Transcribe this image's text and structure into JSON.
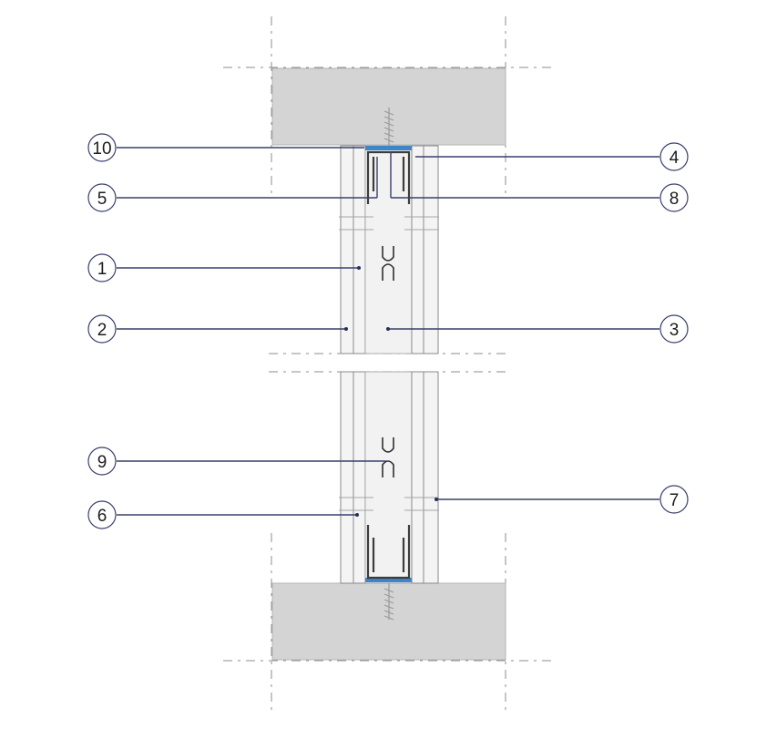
{
  "callouts": [
    {
      "id": "10",
      "label": "10"
    },
    {
      "id": "4",
      "label": "4"
    },
    {
      "id": "5",
      "label": "5"
    },
    {
      "id": "8",
      "label": "8"
    },
    {
      "id": "1",
      "label": "1"
    },
    {
      "id": "2",
      "label": "2"
    },
    {
      "id": "3",
      "label": "3"
    },
    {
      "id": "9",
      "label": "9"
    },
    {
      "id": "6",
      "label": "6"
    },
    {
      "id": "7",
      "label": "7"
    }
  ],
  "colors": {
    "leader": "#3a3f6b",
    "seal_tape": "#3f86c8",
    "slab": "#d4d4d4",
    "board": "#f4f4f4"
  }
}
